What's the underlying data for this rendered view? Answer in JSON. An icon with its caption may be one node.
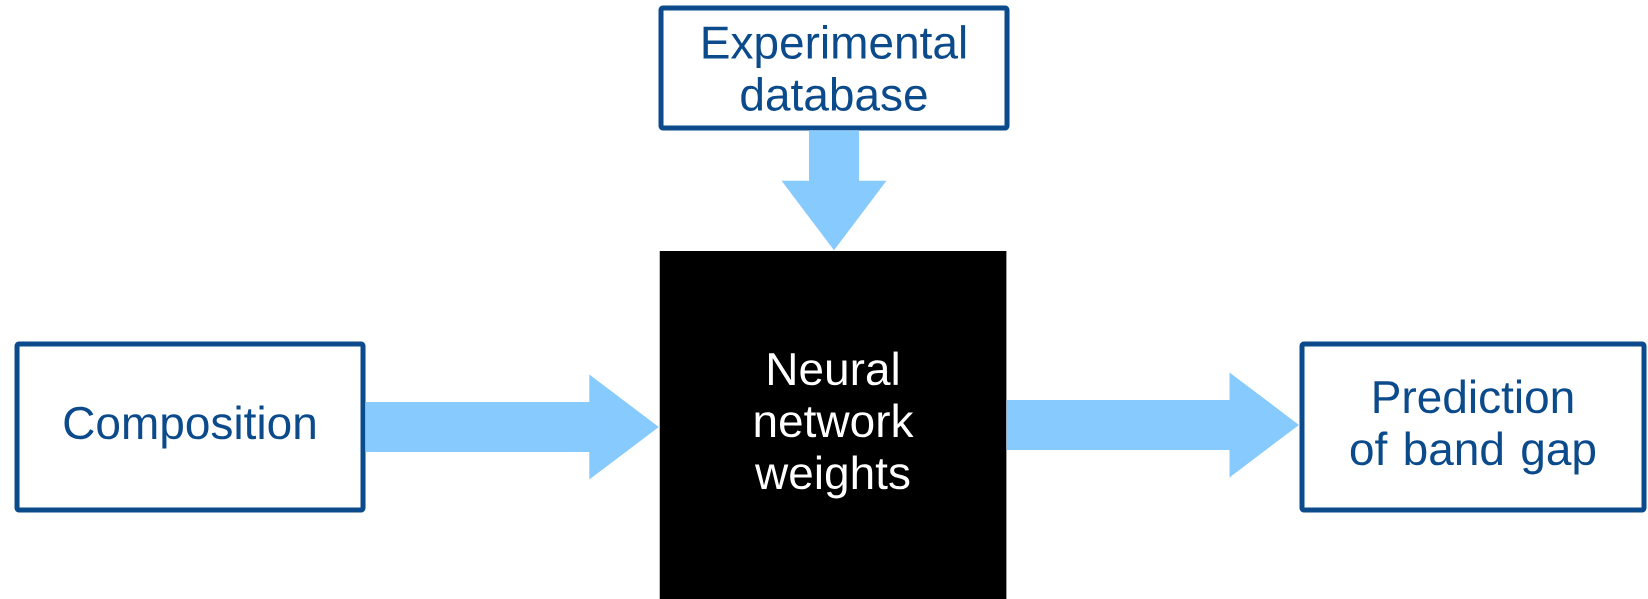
{
  "diagram": {
    "nodes": [
      {
        "text": [
          "Experimental database"
        ]
      },
      {
        "text": [
          "Composition"
        ]
      },
      {
        "text": [
          "Neural network weights"
        ]
      },
      {
        "text": [
          "Prediction of band gap"
        ]
      }
    ],
    "edges": [
      {
        "from": 0,
        "to": 2,
        "arrow": "to"
      },
      {
        "from": 1,
        "to": 2,
        "arrow": "to"
      },
      {
        "from": 2,
        "to": 3,
        "arrow": "to"
      }
    ]
  }
}
